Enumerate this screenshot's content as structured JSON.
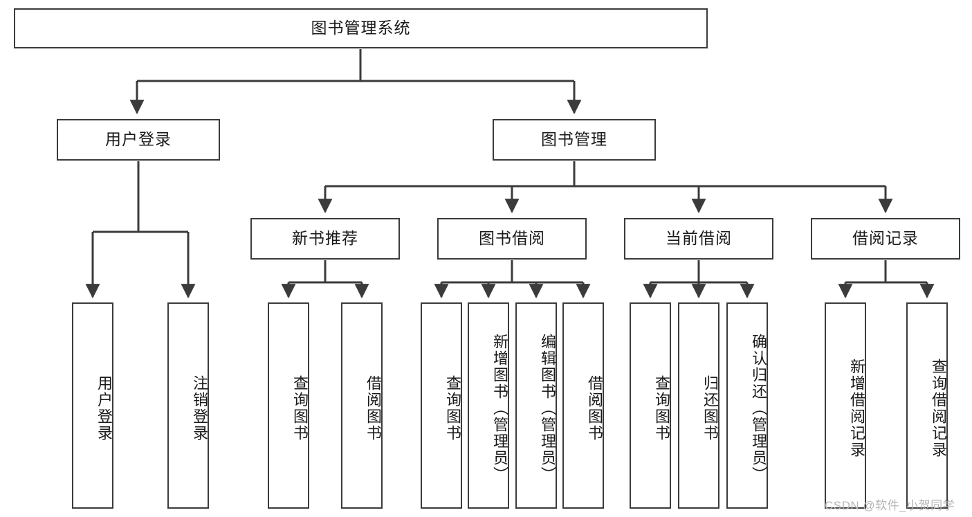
{
  "diagram": {
    "title": "图书管理系统",
    "type": "tree-hierarchy",
    "root": {
      "label": "图书管理系统"
    },
    "level1": [
      {
        "label": "用户登录"
      },
      {
        "label": "图书管理"
      }
    ],
    "level2": [
      {
        "label": "新书推荐",
        "parent": "图书管理"
      },
      {
        "label": "图书借阅",
        "parent": "图书管理"
      },
      {
        "label": "当前借阅",
        "parent": "图书管理"
      },
      {
        "label": "借阅记录",
        "parent": "图书管理"
      }
    ],
    "leaves": {
      "user_login": [
        {
          "label": "用户登录"
        },
        {
          "label": "注销登录"
        }
      ],
      "new_book": [
        {
          "label": "查询图书"
        },
        {
          "label": "借阅图书"
        }
      ],
      "book_borrow": [
        {
          "label": "查询图书"
        },
        {
          "label": "新增图书（管理员）"
        },
        {
          "label": "编辑图书（管理员）"
        },
        {
          "label": "借阅图书"
        }
      ],
      "current_borrow": [
        {
          "label": "查询图书"
        },
        {
          "label": "归还图书"
        },
        {
          "label": "确认归还（管理员）"
        }
      ],
      "borrow_record": [
        {
          "label": "新增借阅记录"
        },
        {
          "label": "查询借阅记录"
        }
      ]
    }
  },
  "watermark": {
    "text": "CSDN @软件_小贺同学"
  },
  "colors": {
    "border": "#3b3b3b",
    "background": "#ffffff",
    "text": "#1a1a1a",
    "watermark": "#b4b4b4"
  }
}
